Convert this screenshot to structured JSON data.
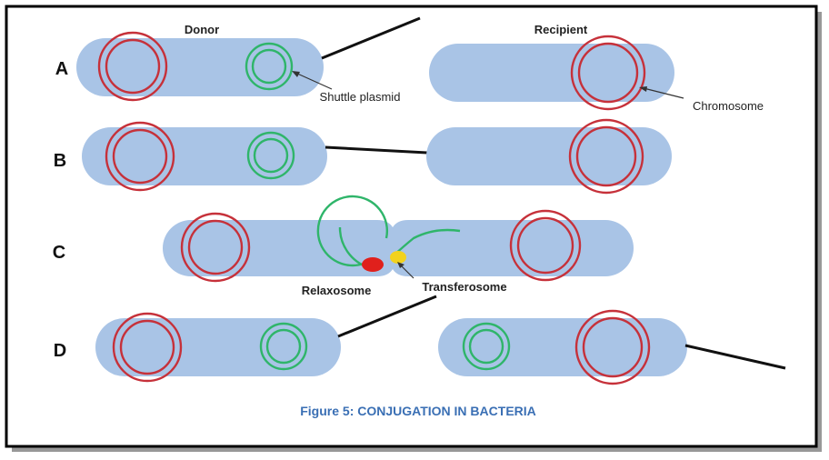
{
  "headers": {
    "donor": "Donor",
    "recipient": "Recipient"
  },
  "rows": [
    {
      "label": "A"
    },
    {
      "label": "B"
    },
    {
      "label": "C"
    },
    {
      "label": "D"
    }
  ],
  "labels": {
    "shuttle_plasmid": "Shuttle plasmid",
    "chromosome": "Chromosome",
    "relaxosome": "Relaxosome",
    "transferosome": "Transferosome"
  },
  "caption": "Figure 5: CONJUGATION IN BACTERIA",
  "colors": {
    "cell_fill": "#a9c4e6",
    "chromosome": "#c6313a",
    "plasmid": "#2fb56a",
    "relaxosome": "#e0201c",
    "transferosome": "#f2d21e",
    "pilus": "#111111",
    "caption": "#3a6fb4",
    "frame": "#000000"
  }
}
